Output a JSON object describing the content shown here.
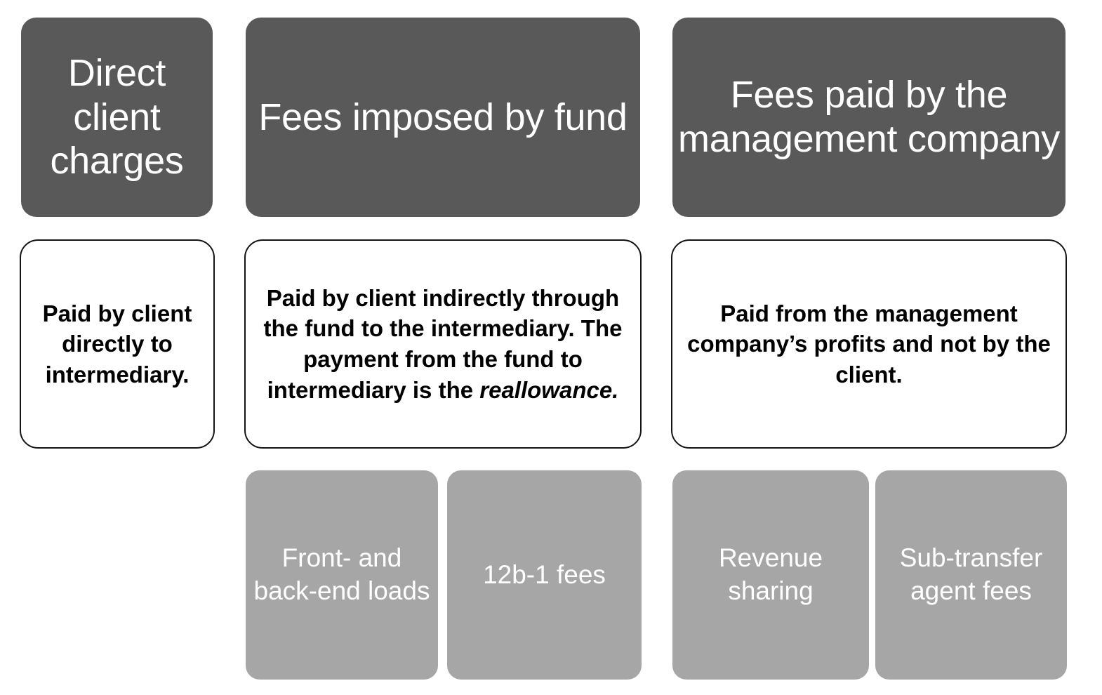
{
  "diagram": {
    "type": "three-column-hierarchy",
    "background_color": "#ffffff",
    "colors": {
      "header_fill": "#595959",
      "header_text": "#ffffff",
      "description_fill": "#ffffff",
      "description_border": "#141414",
      "description_text": "#000000",
      "leaf_fill": "#a6a6a6",
      "leaf_text": "#ffffff"
    },
    "columns": [
      {
        "id": "direct-client-charges",
        "header": "Direct\nclient\ncharges",
        "description": "Paid by client directly to intermediary.",
        "leaves": []
      },
      {
        "id": "fees-imposed-by-fund",
        "header": "Fees imposed by fund",
        "description_plain": "Paid by client indirectly through the fund to the intermediary. The payment from the fund to intermediary is the reallowance.",
        "description_prefix": "Paid by client indirectly through the fund to the intermediary. The payment from the fund to intermediary is the ",
        "description_emphasis": "reallowance.",
        "leaves": [
          "Front- and back-end loads",
          "12b-1 fees"
        ]
      },
      {
        "id": "fees-paid-by-management-company",
        "header": "Fees paid by the management company",
        "description": "Paid from the management company’s profits and not by the client.",
        "leaves": [
          "Revenue sharing",
          "Sub-transfer agent fees"
        ]
      }
    ]
  }
}
